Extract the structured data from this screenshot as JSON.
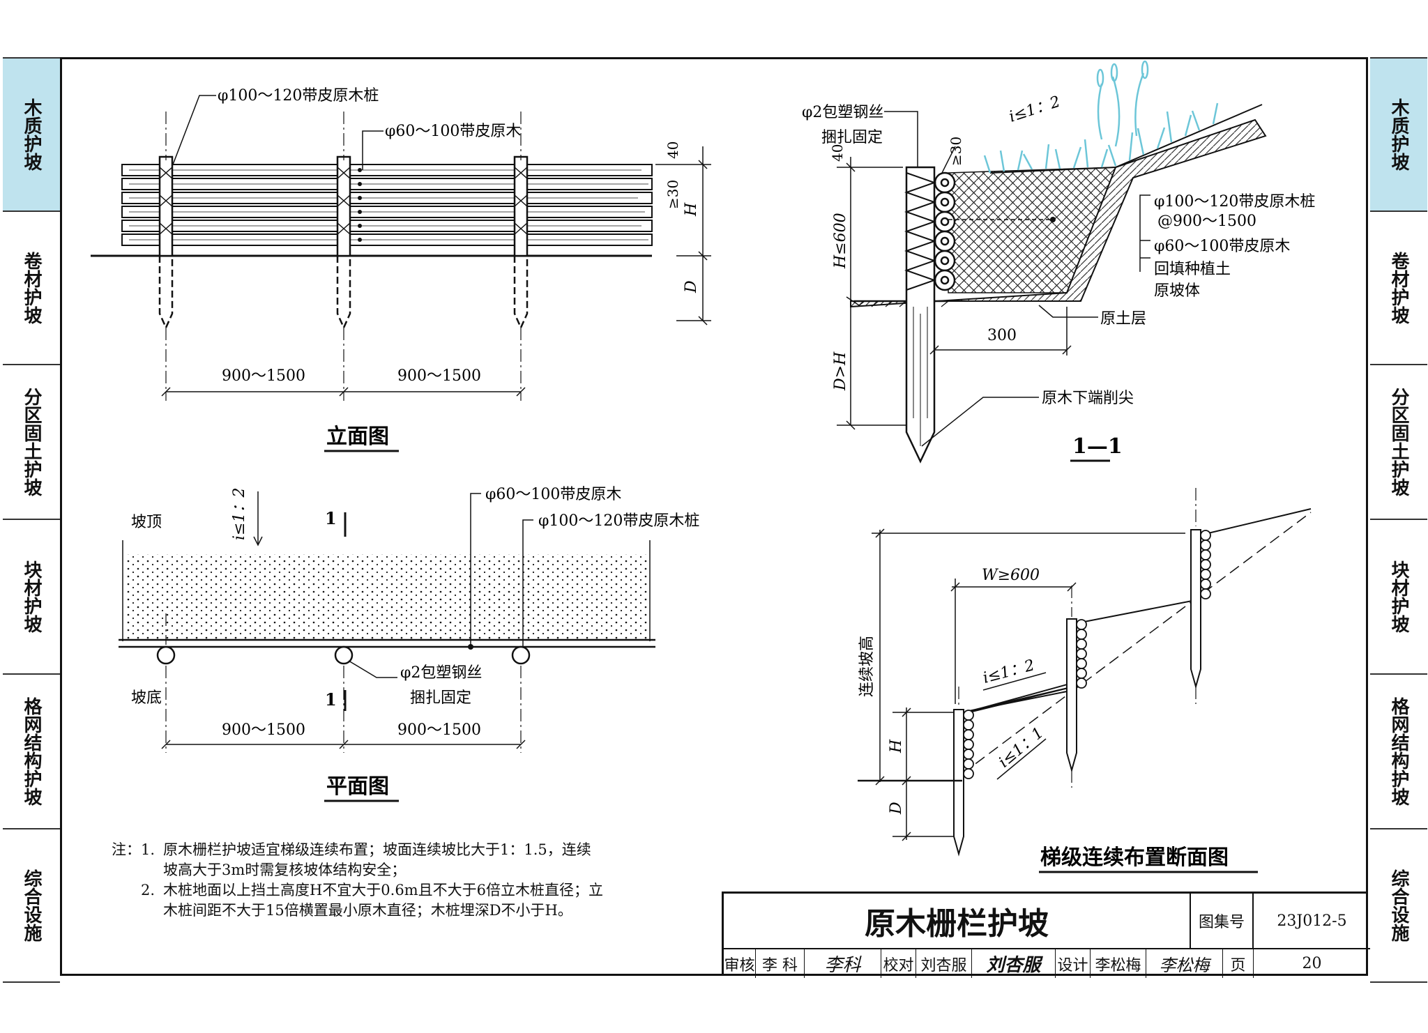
{
  "tabs": [
    "木质护坡",
    "卷材护坡",
    "分区固土护坡",
    "块材护坡",
    "格网结构护坡",
    "综合设施"
  ],
  "active_tab": 0,
  "elevation": {
    "title": "立面图",
    "pile_label": "φ100～120带皮原木桩",
    "log_label": "φ60～100带皮原木",
    "dim_spacing_1": "900～1500",
    "dim_spacing_2": "900～1500",
    "dim_40": "40",
    "dim_ge30": "≥30",
    "dim_H": "H",
    "dim_D": "D"
  },
  "plan": {
    "title": "平面图",
    "slope_top": "坡顶",
    "slope_bottom": "坡底",
    "slope_ratio": "i≤1：2",
    "section_mark_top": "1",
    "section_mark_bottom": "1",
    "log_label": "φ60～100带皮原木",
    "pile_label": "φ100～120带皮原木桩",
    "wire_label_1": "φ2包塑钢丝",
    "wire_label_2": "捆扎固定",
    "dim_spacing_1": "900～1500",
    "dim_spacing_2": "900～1500"
  },
  "section": {
    "title": "1—1",
    "wire_label_1": "φ2包塑钢丝",
    "wire_label_2": "捆扎固定",
    "slope_ratio": "i≤1：2",
    "pile_label": "φ100～120带皮原木桩",
    "pile_spacing": "@900～1500",
    "log_label": "φ60～100带皮原木",
    "backfill_label": "回填种植土",
    "slope_body_label": "原坡体",
    "original_soil_label": "原土层",
    "tip_label": "原木下端削尖",
    "dim_40": "40",
    "dim_ge30": "≥30",
    "dim_H": "H≤600",
    "dim_D": "D>H",
    "dim_300": "300"
  },
  "stepped": {
    "title": "梯级连续布置断面图",
    "width_label": "W≥600",
    "height_label": "连续坡高",
    "slope_1": "i≤1：2",
    "slope_2": "i≤1：1",
    "dim_H": "H",
    "dim_D": "D"
  },
  "notes": {
    "label": "注：",
    "items": [
      {
        "num": "1.",
        "line1": "原木栅栏护坡适宜梯级连续布置；坡面连续坡比大于1：1.5，连续",
        "line2": "坡高大于3m时需复核坡体结构安全；"
      },
      {
        "num": "2.",
        "line1": "木桩地面以上挡土高度H不宜大于0.6m且不大于6倍立木桩直径；立",
        "line2": "木桩间距不大于15倍横置最小原木直径；木桩埋深D不小于H。"
      }
    ]
  },
  "title_block": {
    "title": "原木栅栏护坡",
    "atlas_label": "图集号",
    "atlas_no": "23J012-5",
    "review_label": "审核",
    "reviewer": "李 科",
    "check_label": "校对",
    "checker": "刘杏服",
    "design_label": "设计",
    "designer": "李松梅",
    "page_label": "页",
    "page_no": "20",
    "sig_reviewer": "李科",
    "sig_checker": "刘杏服",
    "sig_designer": "李松梅"
  },
  "colors": {
    "tab_active": "#bfe3ee",
    "grass": "#6cc6d8",
    "line": "#111111"
  }
}
